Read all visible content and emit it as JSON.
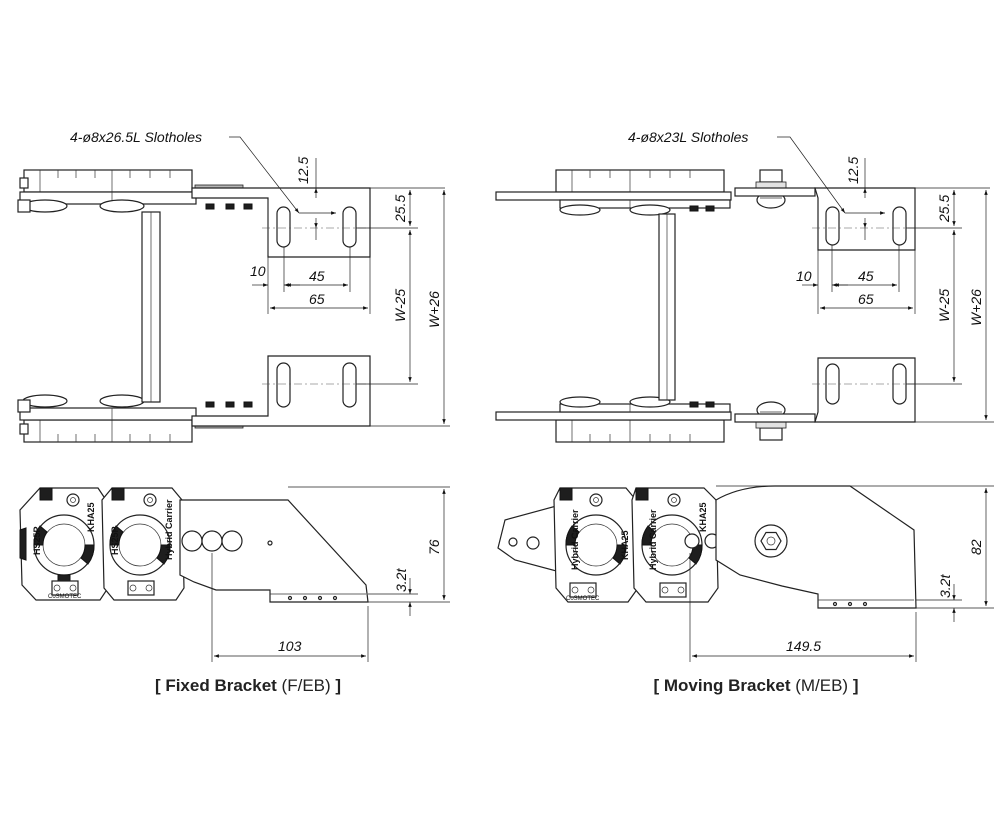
{
  "fixed": {
    "slotholes": "4-ø8x26.5L Slotholes",
    "dim_12_5": "12.5",
    "dim_25_5": "25.5",
    "dim_10": "10",
    "dim_45": "45",
    "dim_65": "65",
    "dim_w25": "W-25",
    "dim_w26": "W+26",
    "dim_76": "76",
    "dim_3_2t": "3.2t",
    "dim_103": "103",
    "caption_open": "[ ",
    "caption_bold": "Fixed Bracket",
    "caption_code": " (F/EB)",
    "caption_close": " ]"
  },
  "moving": {
    "slotholes": "4-ø8x23L Slotholes",
    "dim_12_5": "12.5",
    "dim_25_5": "25.5",
    "dim_10": "10",
    "dim_45": "45",
    "dim_65": "65",
    "dim_w25": "W-25",
    "dim_w26": "W+26",
    "dim_82": "82",
    "dim_3_2t": "3.2t",
    "dim_149_5": "149.5",
    "caption_open": "[ ",
    "caption_bold": "Moving Bracket",
    "caption_code": " (M/EB)",
    "caption_close": " ]"
  },
  "chain_labels": {
    "brand": "Hybrid Carrier",
    "model_a": "HS25P",
    "model_b": "KHA25",
    "maker": "CoSMOTEC"
  }
}
